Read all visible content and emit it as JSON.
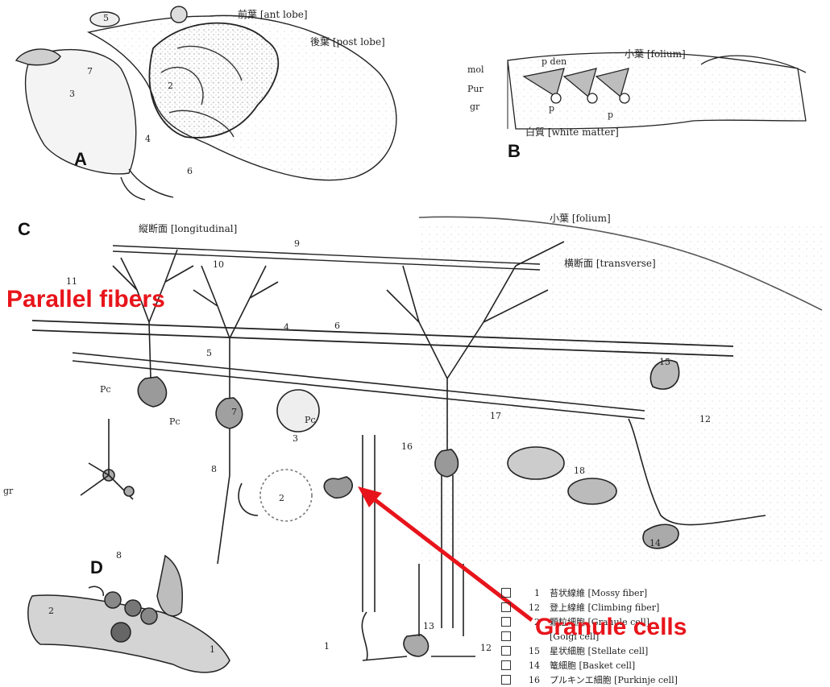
{
  "panels": {
    "A": {
      "letter": "A",
      "ant_lobe": "前葉 [ant lobe]",
      "post_lobe": "後葉 [post lobe]",
      "numbers": [
        "5",
        "7",
        "3",
        "2",
        "4",
        "6"
      ]
    },
    "B": {
      "letter": "B",
      "folium": "小葉 [folium]",
      "mol": "mol",
      "pur": "Pur",
      "gr": "gr",
      "p_den": "p den",
      "p": "p",
      "white_matter": "白質 [white matter]"
    },
    "C": {
      "letter": "C",
      "longitudinal": "縦断面 [longitudinal]",
      "folium": "小葉 [folium]",
      "transverse": "横断面 [transverse]",
      "numbers": [
        "9",
        "10",
        "11",
        "4",
        "6",
        "5",
        "15",
        "Pc",
        "Pc",
        "Pc",
        "7",
        "3",
        "17",
        "12",
        "16",
        "18",
        "8",
        "2",
        "14",
        "13",
        "12",
        "1",
        "gr"
      ]
    },
    "D": {
      "letter": "D",
      "numbers": [
        "8",
        "2",
        "1"
      ]
    }
  },
  "annotations": {
    "parallel_fibers": "Parallel  fibers",
    "granule_cells": "Granule cells",
    "color": "#e8141b"
  },
  "legend": [
    {
      "num": "1",
      "text": "苔状線維 [Mossy fiber]"
    },
    {
      "num": "12",
      "text": "登上線維 [Climbing fiber]"
    },
    {
      "num": "2",
      "text": "顆粒細胞 [Granule cell]"
    },
    {
      "num": "",
      "text": "[Golgi cell]"
    },
    {
      "num": "15",
      "text": "星状細胞 [Stellate cell]"
    },
    {
      "num": "14",
      "text": "篭細胞 [Basket cell]"
    },
    {
      "num": "16",
      "text": "プルキンエ細胞 [Purkinje cell]"
    }
  ]
}
